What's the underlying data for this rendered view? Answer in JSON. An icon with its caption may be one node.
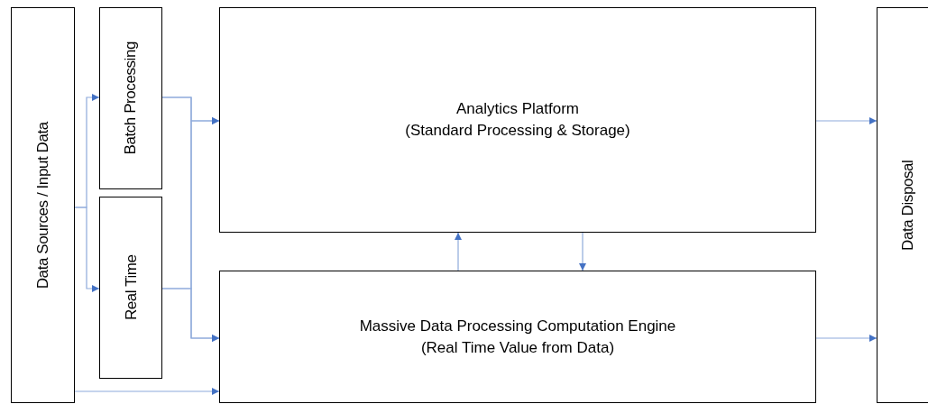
{
  "diagram": {
    "nodes": [
      {
        "text": [
          "Data Sources / Input Data"
        ]
      },
      {
        "text": [
          "Batch Processing"
        ]
      },
      {
        "text": [
          "Real Time"
        ]
      },
      {
        "text": [
          "Analytics Platform",
          "(Standard Processing & Storage)"
        ]
      },
      {
        "text": [
          "Massive Data Processing Computation Engine",
          "(Real Time Value from Data)"
        ]
      },
      {
        "text": [
          "Data Disposal"
        ]
      }
    ],
    "edges": [
      {
        "from": 0,
        "to": 1,
        "arrow": "to"
      },
      {
        "from": 0,
        "to": 2,
        "arrow": "to"
      },
      {
        "from": 1,
        "to": 3,
        "arrow": "to"
      },
      {
        "from": 1,
        "to": 4,
        "arrow": "to"
      },
      {
        "from": 2,
        "to": 3,
        "arrow": "to"
      },
      {
        "from": 2,
        "to": 4,
        "arrow": "to"
      },
      {
        "from": 0,
        "to": 4,
        "arrow": "to"
      },
      {
        "from": 4,
        "to": 3,
        "arrow": "to"
      },
      {
        "from": 3,
        "to": 4,
        "arrow": "to"
      },
      {
        "from": 3,
        "to": 5,
        "arrow": "to"
      },
      {
        "from": 4,
        "to": 5,
        "arrow": "to"
      }
    ]
  }
}
